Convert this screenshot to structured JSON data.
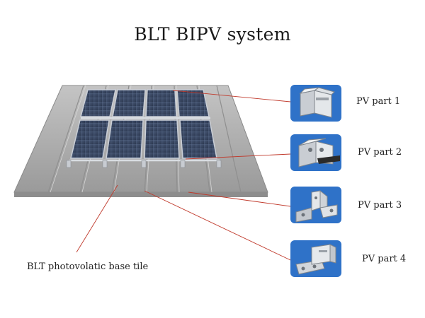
{
  "title": "BLT  BIPV system",
  "base_tile_label": "BLT photovolatic base tile",
  "parts": [
    {
      "label": "PV part 1",
      "icon": "clamp-rail-icon"
    },
    {
      "label": "PV part 2",
      "icon": "mid-clamp-icon"
    },
    {
      "label": "PV part 3",
      "icon": "hook-bracket-icon"
    },
    {
      "label": "PV part 4",
      "icon": "l-bracket-icon"
    }
  ],
  "colors": {
    "part_box": "#2f72c8",
    "leader_line": "#c0392b",
    "roof": "#a9a9a9",
    "panel": "#3a4a63"
  }
}
